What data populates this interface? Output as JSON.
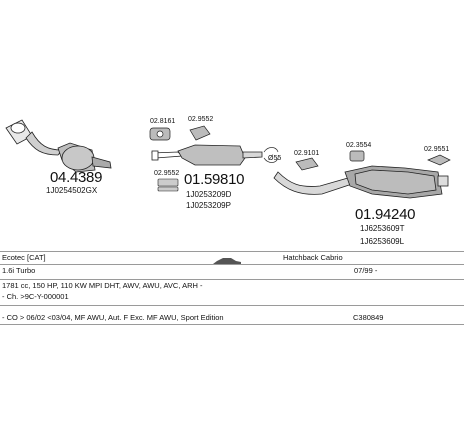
{
  "parts": [
    {
      "part_no": "04.4389",
      "oem": [
        "1J0254502GX"
      ],
      "sub": []
    },
    {
      "part_no": "01.59810",
      "oem": [
        "1J0253209D",
        "1J0253209P"
      ],
      "sub": [
        "02.8161",
        "02.9552",
        "02.9552"
      ]
    },
    {
      "part_no": "01.94240",
      "oem": [
        "1J6253609T",
        "1J6253609L"
      ],
      "sub": [
        "02.9101",
        "02.3554",
        "02.9551"
      ]
    }
  ],
  "clamp_label": "Ø55",
  "info": {
    "engine": "Ecotec [CAT]",
    "body_type": "Hatchback Cabrio",
    "engine_desc": "1.6i Turbo",
    "date_range": "07/99 -",
    "specs": "1781 cc, 150 HP, 110 KW MPI DHT, AWV, AWU, AVC, ARH -",
    "chassis": "- Ch. >9C-Y-000001",
    "notes": "- CO > 06/02 <03/04, MF AWU, Aut. F Exc. MF AWU, Sport Edition",
    "ref_code": "C380849"
  }
}
